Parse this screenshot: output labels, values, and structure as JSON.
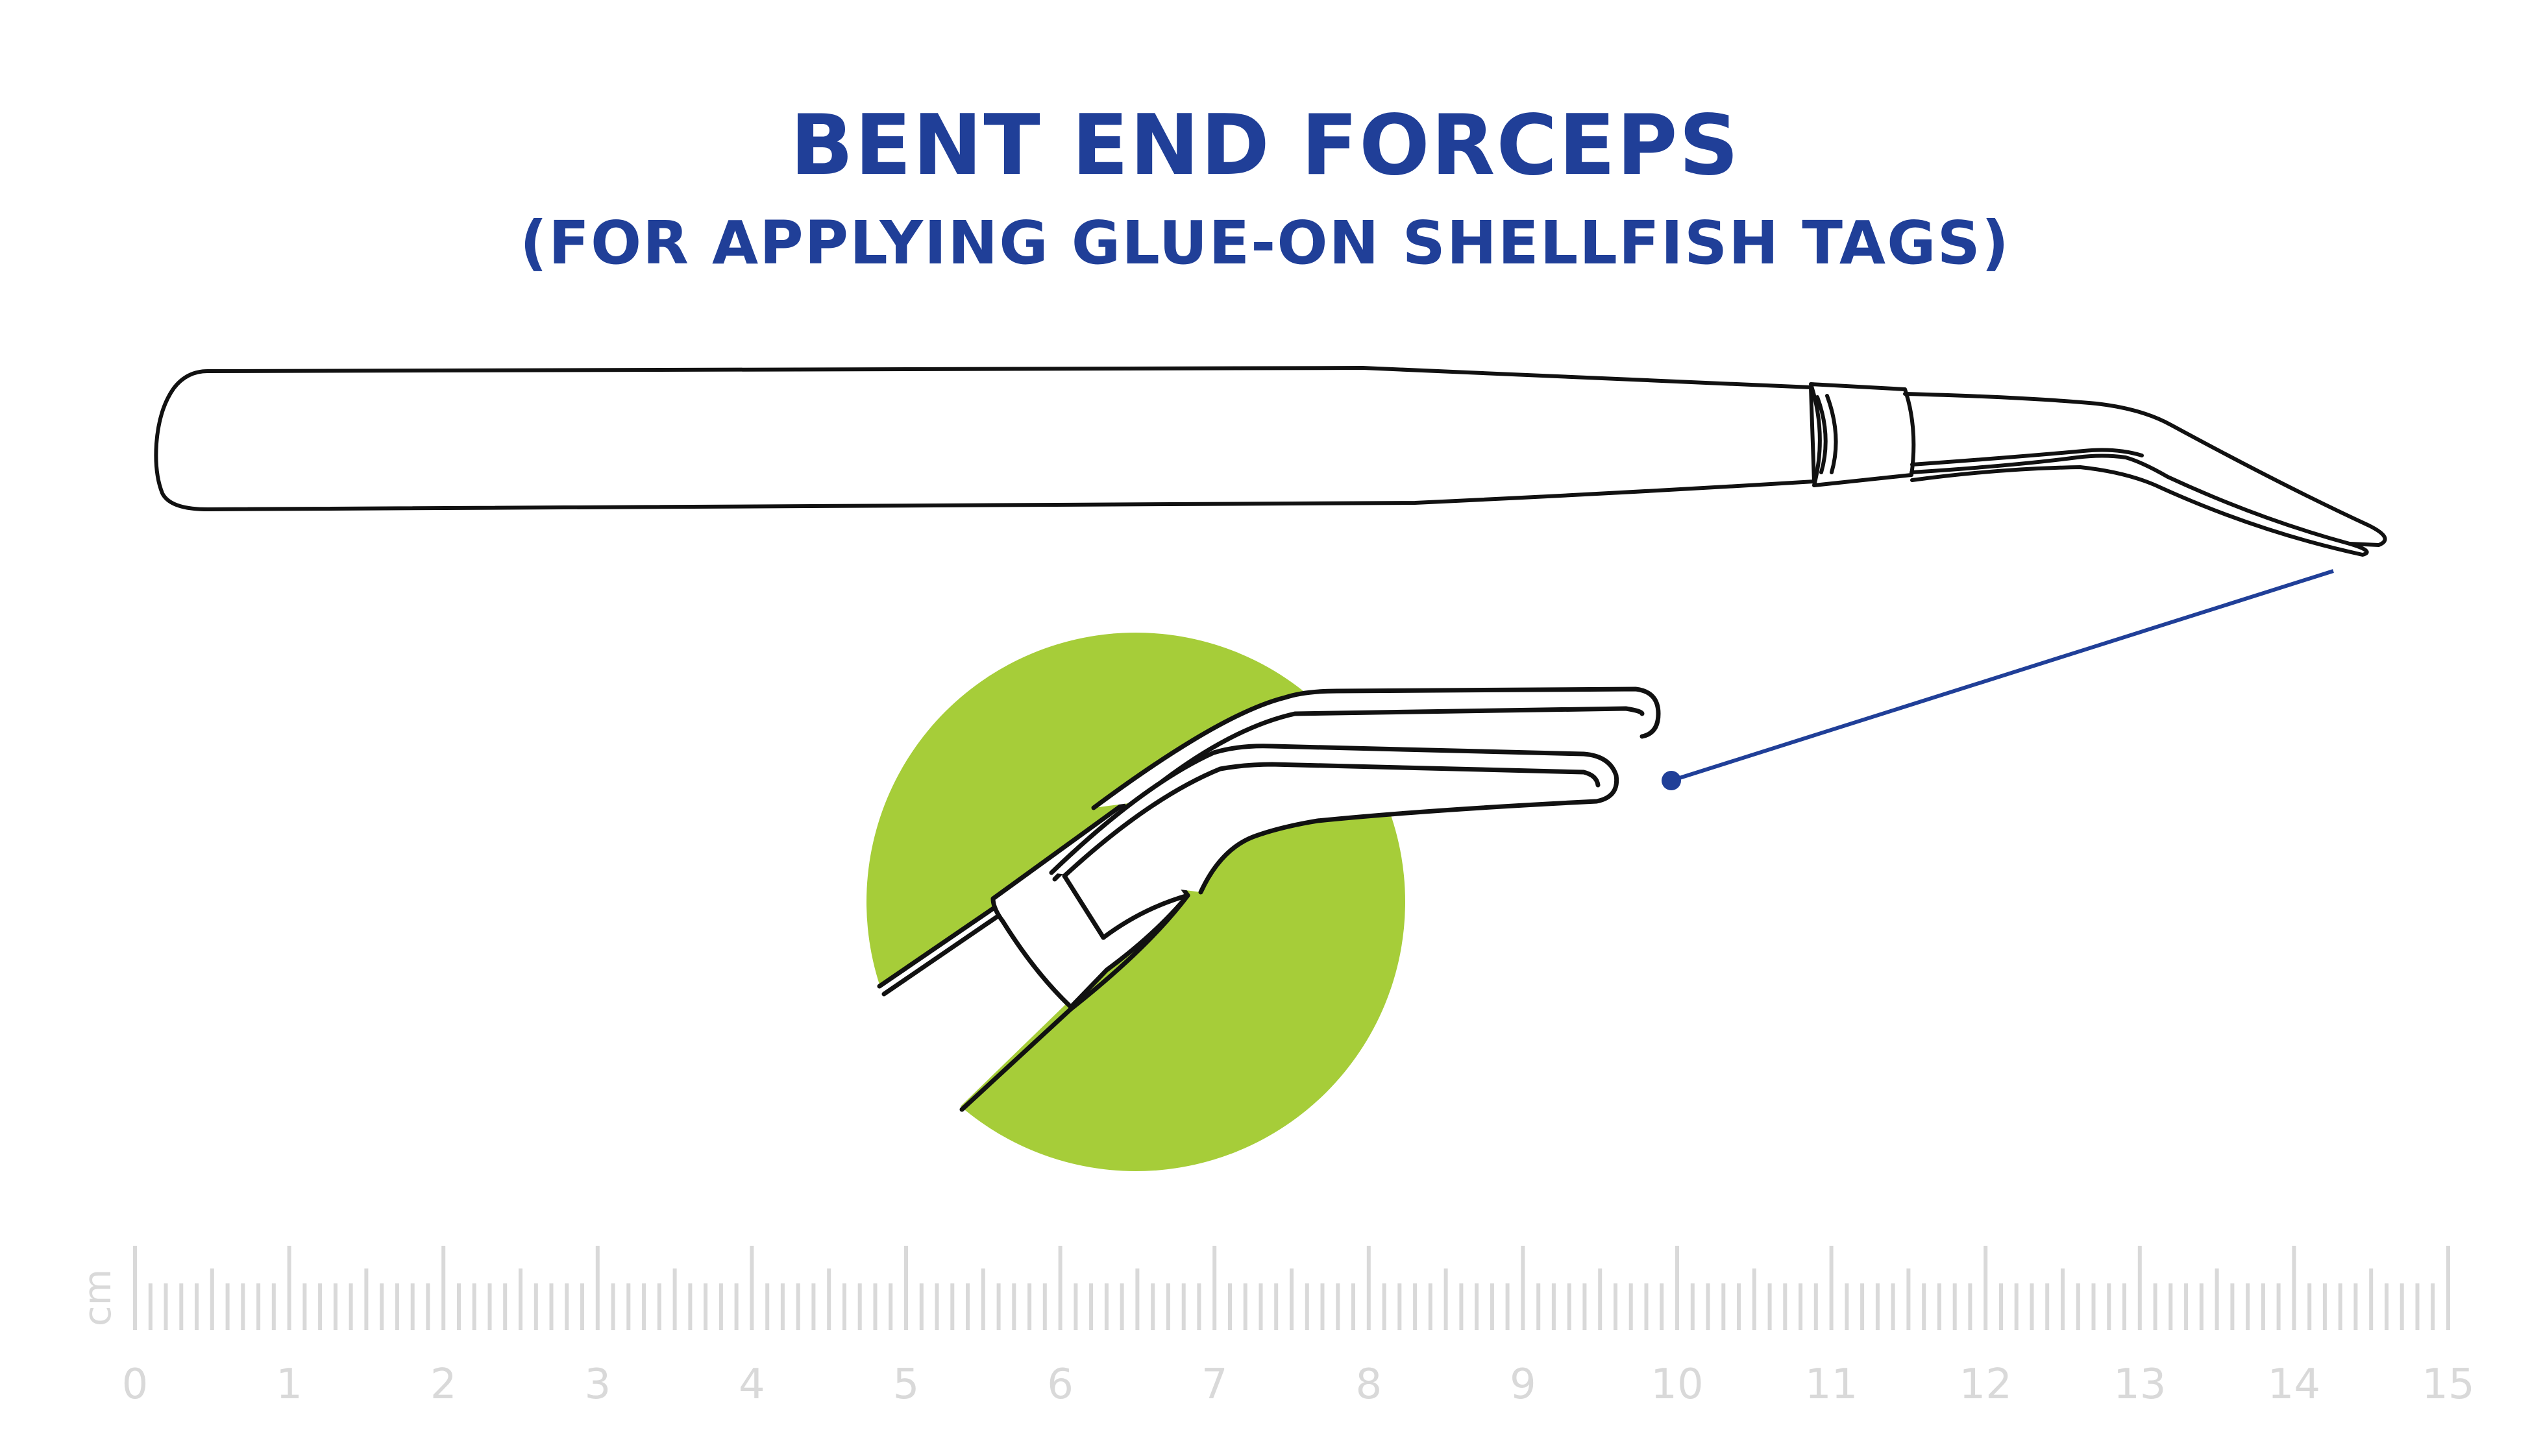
{
  "title": "BENT END FORCEPS",
  "subtitle": "(FOR APPLYING GLUE-ON SHELLFISH TAGS)",
  "ruler": {
    "unit": "cm",
    "labels": [
      "0",
      "1",
      "2",
      "3",
      "4",
      "5",
      "6",
      "7",
      "8",
      "9",
      "10",
      "11",
      "12",
      "13",
      "14",
      "15"
    ],
    "min": 0,
    "max": 15
  },
  "colors": {
    "title": "#203f98",
    "callout_line": "#203f98",
    "highlight_circle": "#a6cd39",
    "outline": "#111111",
    "ruler": "#d9d9d9"
  },
  "illustrations": {
    "main": "bent-end-forceps-outline",
    "detail": "forceps-tip-closeup"
  }
}
